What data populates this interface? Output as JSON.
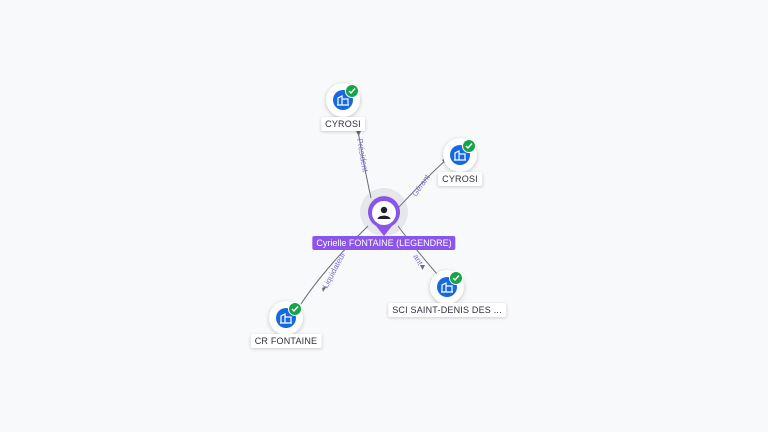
{
  "center_person": {
    "label": "Cyrielle FONTAINE (LEGENDRE)"
  },
  "companies": [
    {
      "id": "top",
      "label": "CYROSI",
      "verified": true
    },
    {
      "id": "right",
      "label": "CYROSI",
      "verified": true
    },
    {
      "id": "bottom-right",
      "label": "SCI SAINT-DENIS DES ...",
      "verified": true
    },
    {
      "id": "bottom-left",
      "label": "CR FONTAINE",
      "verified": true
    }
  ],
  "relations": [
    {
      "to": "top",
      "label": "Président"
    },
    {
      "to": "right",
      "label": "Gérant"
    },
    {
      "to": "bottom-right",
      "label": "ant"
    },
    {
      "to": "bottom-left",
      "label": "Liquidateur"
    }
  ],
  "colors": {
    "person_accent": "#8b55e9",
    "company_icon": "#1769e0",
    "verified_badge": "#17a34a",
    "edge": "#6b6b7b",
    "edge_label": "#7a73c9"
  },
  "icons": {
    "person": "person-icon",
    "company": "building-icon",
    "verified": "check-badge-icon"
  }
}
